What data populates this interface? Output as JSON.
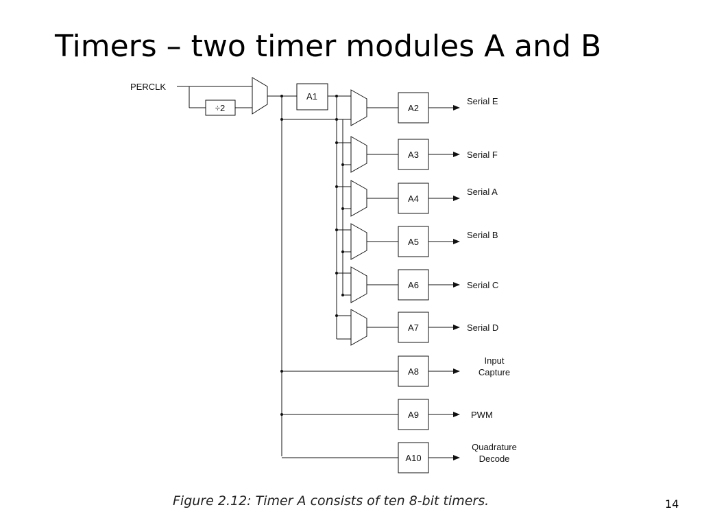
{
  "slide": {
    "title": "Timers – two timer modules A and B",
    "page_number": "14"
  },
  "diagram": {
    "clock_input": "PERCLK",
    "divider": "÷2",
    "prescaler": "A1",
    "timers": [
      {
        "id": "A2",
        "output": [
          "Serial E"
        ]
      },
      {
        "id": "A3",
        "output": [
          "Serial F"
        ]
      },
      {
        "id": "A4",
        "output": [
          "Serial A"
        ]
      },
      {
        "id": "A5",
        "output": [
          "Serial B"
        ]
      },
      {
        "id": "A6",
        "output": [
          "Serial C"
        ]
      },
      {
        "id": "A7",
        "output": [
          "Serial D"
        ]
      },
      {
        "id": "A8",
        "output": [
          "Input",
          "Capture"
        ]
      },
      {
        "id": "A9",
        "output": [
          "PWM"
        ]
      },
      {
        "id": "A10",
        "output": [
          "Quadrature",
          "Decode"
        ]
      }
    ],
    "caption": "Figure 2.12: Timer A consists of ten 8-bit timers."
  }
}
